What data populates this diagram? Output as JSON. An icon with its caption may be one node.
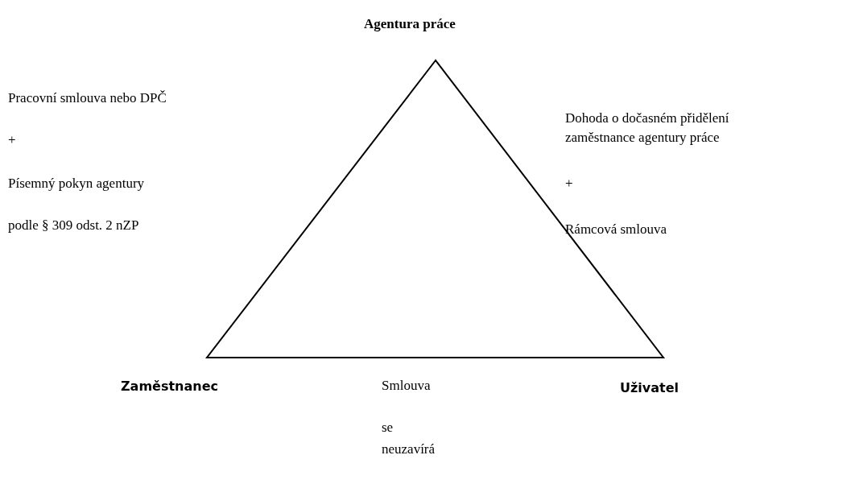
{
  "diagram": {
    "labels": [
      "Agentura práce",
      "Pracovní smlouva nebo DPČ",
      "+",
      "Písemný pokyn agentury",
      "podle § 309 odst. 2 nZP",
      "Dohoda o dočasném přidělení zaměstnance agentury práce",
      "+",
      "Rámcová smlouva",
      "Zaměstnanec",
      "Smlouva",
      "Uživatel",
      "se",
      "neuzavírá"
    ]
  }
}
